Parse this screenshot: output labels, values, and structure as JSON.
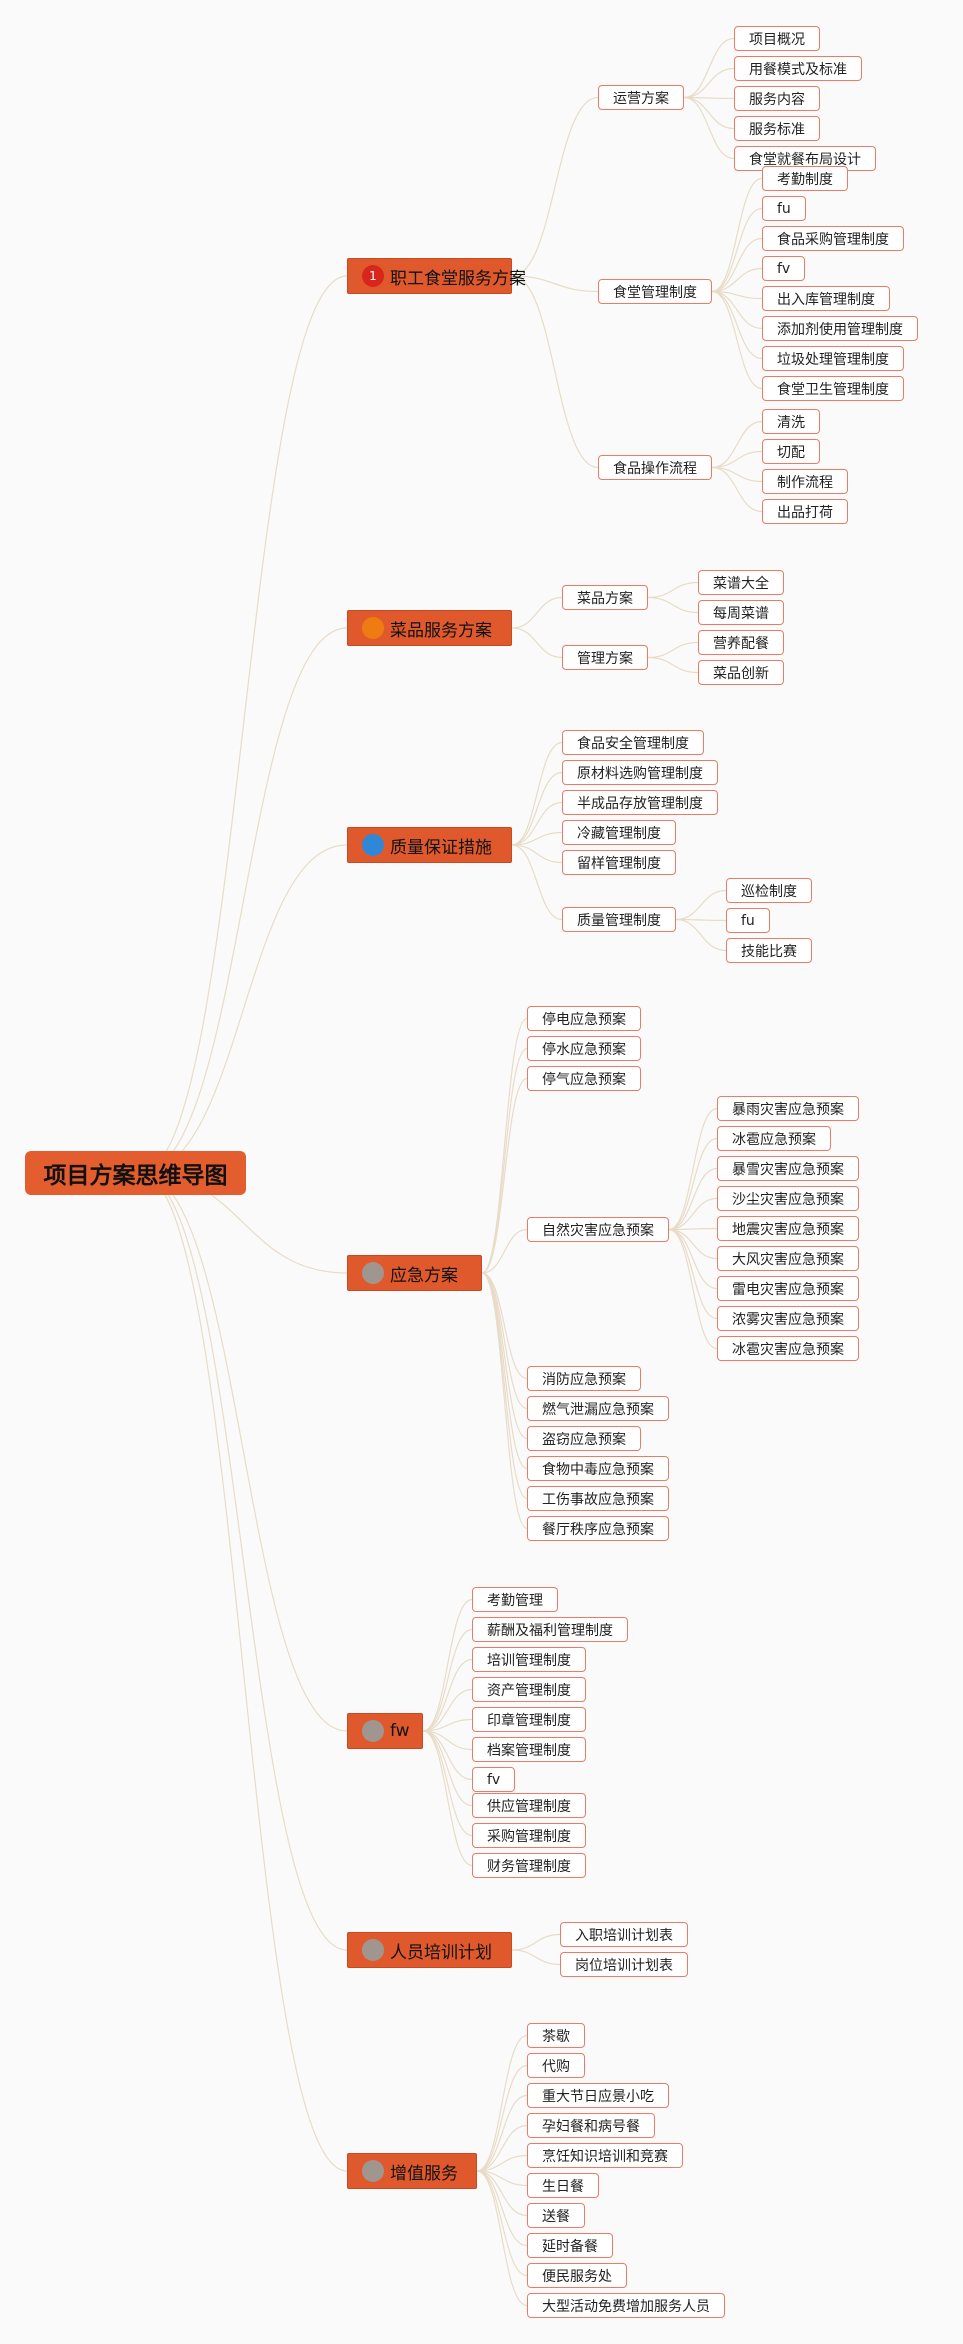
{
  "root": {
    "title": "项目方案思维导图"
  },
  "colors": {
    "branch": "#e0592d",
    "leaf_border": "#ea7c66",
    "link": "#e8dcc8"
  },
  "branches": [
    {
      "label": "职工食堂服务方案",
      "icon": "number-1-icon",
      "badge": "1",
      "badge_color": "#d9261c",
      "children": [
        {
          "label": "运营方案",
          "children": [
            "项目概况",
            "用餐模式及标准",
            "服务内容",
            "服务标准",
            "食堂就餐布局设计"
          ]
        },
        {
          "label": "食堂管理制度",
          "children": [
            "考勤制度",
            "fu",
            "食品采购管理制度",
            "fv",
            "出入库管理制度",
            "添加剂使用管理制度",
            "垃圾处理管理制度",
            "食堂卫生管理制度"
          ]
        },
        {
          "label": "食品操作流程",
          "children": [
            "清洗",
            "切配",
            "制作流程",
            "出品打荷"
          ]
        }
      ]
    },
    {
      "label": "菜品服务方案",
      "icon": "orange-dot-icon",
      "badge": "",
      "badge_color": "#f07b12",
      "children": [
        {
          "label": "菜品方案",
          "children": [
            "菜谱大全",
            "每周菜谱"
          ]
        },
        {
          "label": "管理方案",
          "children": [
            "营养配餐",
            "菜品创新"
          ]
        }
      ]
    },
    {
      "label": "质量保证措施",
      "icon": "blue-dot-icon",
      "badge": "",
      "badge_color": "#2f88d6",
      "children": [
        {
          "label": "食品安全管理制度"
        },
        {
          "label": "原材料选购管理制度"
        },
        {
          "label": "半成品存放管理制度"
        },
        {
          "label": "冷藏管理制度"
        },
        {
          "label": "留样管理制度"
        },
        {
          "label": "质量管理制度",
          "children": [
            "巡检制度",
            "fu",
            "技能比赛"
          ]
        }
      ]
    },
    {
      "label": "应急方案",
      "icon": "gray-dot-icon",
      "badge": "",
      "badge_color": "#a19590",
      "children": [
        {
          "label": "停电应急预案"
        },
        {
          "label": "停水应急预案"
        },
        {
          "label": "停气应急预案"
        },
        {
          "label": "自然灾害应急预案",
          "children": [
            "暴雨灾害应急预案",
            "冰雹应急预案",
            "暴雪灾害应急预案",
            "沙尘灾害应急预案",
            "地震灾害应急预案",
            "大风灾害应急预案",
            "雷电灾害应急预案",
            "浓雾灾害应急预案",
            "冰雹灾害应急预案"
          ]
        },
        {
          "label": "消防应急预案"
        },
        {
          "label": "燃气泄漏应急预案"
        },
        {
          "label": "盗窃应急预案"
        },
        {
          "label": "食物中毒应急预案"
        },
        {
          "label": "工伤事故应急预案"
        },
        {
          "label": "餐厅秩序应急预案"
        }
      ]
    },
    {
      "label": "fw",
      "icon": "gray-dot-icon",
      "badge": "",
      "badge_color": "#a19590",
      "children": [
        {
          "label": "考勤管理"
        },
        {
          "label": "薪酬及福利管理制度"
        },
        {
          "label": "培训管理制度"
        },
        {
          "label": "资产管理制度"
        },
        {
          "label": "印章管理制度"
        },
        {
          "label": "档案管理制度"
        },
        {
          "label": "fv"
        },
        {
          "label": "供应管理制度"
        },
        {
          "label": "采购管理制度"
        },
        {
          "label": "财务管理制度"
        }
      ]
    },
    {
      "label": "人员培训计划",
      "icon": "gray-dot-icon",
      "badge": "",
      "badge_color": "#a19590",
      "children": [
        {
          "label": "入职培训计划表"
        },
        {
          "label": "岗位培训计划表"
        }
      ]
    },
    {
      "label": "增值服务",
      "icon": "gray-dot-icon",
      "badge": "",
      "badge_color": "#a19590",
      "children": [
        {
          "label": "茶歇"
        },
        {
          "label": "代购"
        },
        {
          "label": "重大节日应景小吃"
        },
        {
          "label": "孕妇餐和病号餐"
        },
        {
          "label": "烹饪知识培训和竞赛"
        },
        {
          "label": "生日餐"
        },
        {
          "label": "送餐"
        },
        {
          "label": "延时备餐"
        },
        {
          "label": "便民服务处"
        },
        {
          "label": "大型活动免费增加服务人员"
        }
      ]
    }
  ]
}
